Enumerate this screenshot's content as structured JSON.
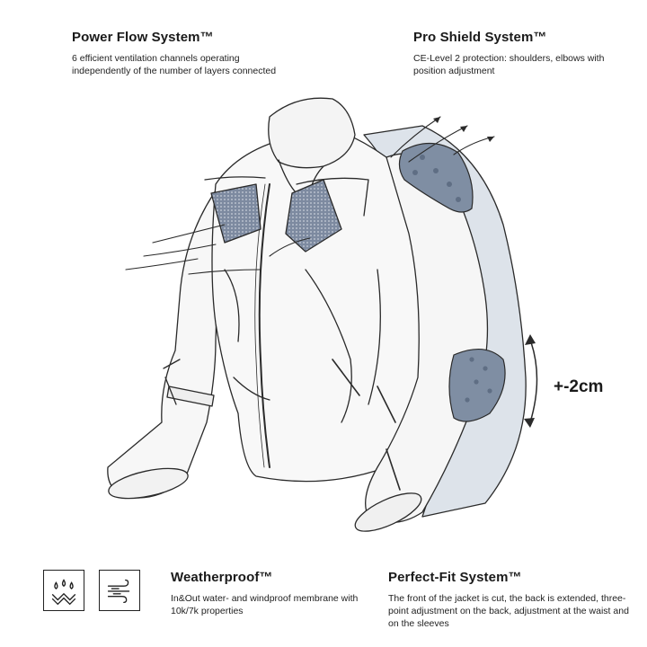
{
  "features": {
    "power_flow": {
      "title": "Power Flow System™",
      "text": "6 efficient ventilation channels operating independently of the number of layers connected"
    },
    "pro_shield": {
      "title": "Pro Shield System™",
      "text": "CE-Level 2 protection: shoulders, elbows with position adjustment"
    },
    "weatherproof": {
      "title": "Weatherproof™",
      "text": "In&Out water- and windproof membrane with 10k/7k properties"
    },
    "perfect_fit": {
      "title": "Perfect-Fit System™",
      "text": "The front of the jacket is cut, the back is extended, three-point adjustment on the back, adjustment at the waist and on the sleeves"
    }
  },
  "adjustment_label": "+-2cm",
  "icons": [
    "water-drops-icon",
    "wind-icon"
  ],
  "colors": {
    "protector": "#7f8ea3",
    "back_panel": "#dde3ea",
    "line": "#2a2a2a",
    "mesh": "#8a96a8"
  }
}
